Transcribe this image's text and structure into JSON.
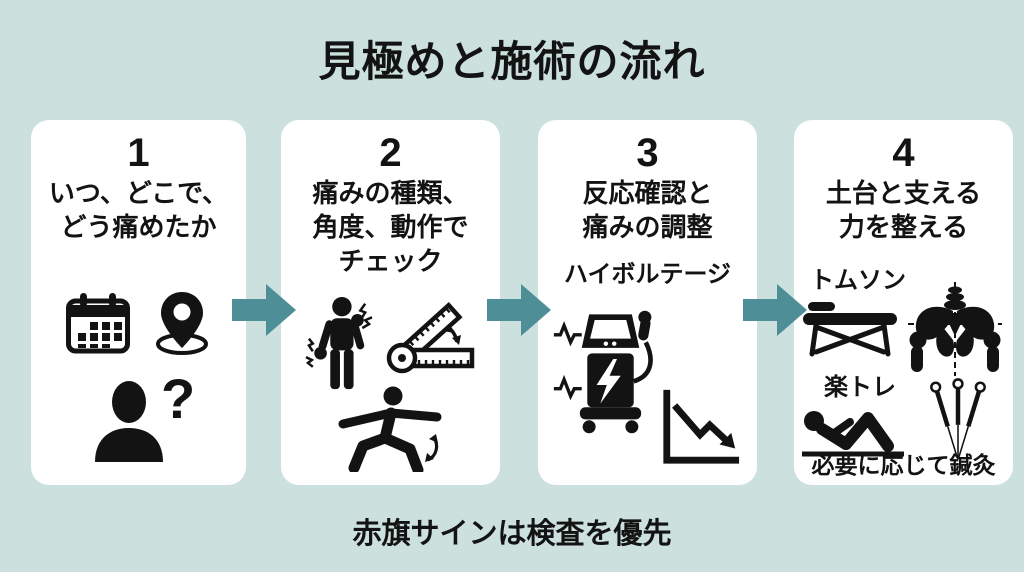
{
  "colors": {
    "background": "#cce0dd",
    "card": "#ffffff",
    "arrow": "#4e8f97",
    "text": "#131313"
  },
  "title": "見極めと施術の流れ",
  "footer": "赤旗サインは検査を優先",
  "steps": [
    {
      "number": "1",
      "line1": "いつ、どこで、",
      "line2": "どう痛めたか",
      "question_glyph": "?",
      "icons": [
        "calendar-icon",
        "location-pin-icon",
        "person-question-icon"
      ]
    },
    {
      "number": "2",
      "line1": "痛みの種類、",
      "line2": "角度、動作で",
      "line3": "チェック",
      "icons": [
        "pain-person-icon",
        "goniometer-icon",
        "stretch-person-icon"
      ]
    },
    {
      "number": "3",
      "line1": "反応確認と",
      "line2": "痛みの調整",
      "method": "ハイボルテージ",
      "icons": [
        "electrotherapy-machine-icon",
        "declining-graph-icon"
      ]
    },
    {
      "number": "4",
      "line1": "土台と支える",
      "line2": "力を整える",
      "label_thomson": "トムソン",
      "label_rakutore": "楽トレ",
      "label_acupuncture": "必要に応じて鍼灸",
      "icons": [
        "treatment-table-icon",
        "pelvis-icon",
        "situp-person-icon",
        "needles-icon"
      ]
    }
  ]
}
